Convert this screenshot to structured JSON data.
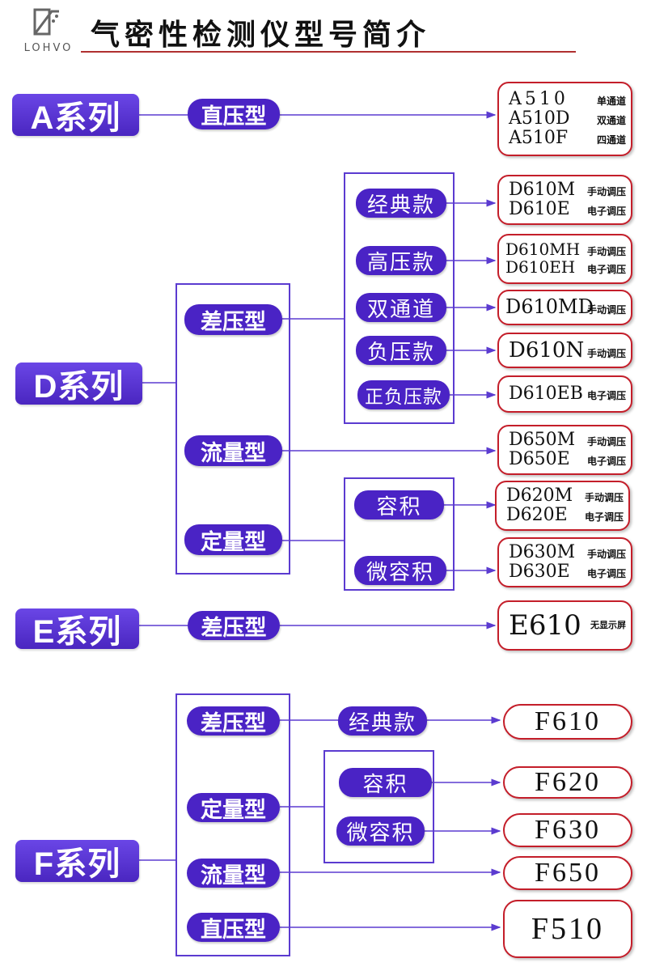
{
  "header": {
    "brand": "LOHVO",
    "title": "气密性检测仪型号简介"
  },
  "colors": {
    "series_fill": "#5a36d8",
    "type_fill": "#4a23c5",
    "box_border": "#5b3bd0",
    "model_border": "#c41e2a",
    "title_rule": "#b03030"
  },
  "series_a": {
    "label": "A系列",
    "type": "直压型",
    "models": [
      {
        "code": "A510",
        "note": "单通道"
      },
      {
        "code": "A510D",
        "note": "双通道"
      },
      {
        "code": "A510F",
        "note": "四通道"
      }
    ]
  },
  "series_d": {
    "label": "D系列",
    "types": {
      "diff": "差压型",
      "flow": "流量型",
      "fixed": "定量型"
    },
    "diff_subs": [
      "经典款",
      "高压款",
      "双通道",
      "负压款",
      "正负压款"
    ],
    "fixed_subs": [
      "容积",
      "微容积"
    ],
    "models": {
      "classic": [
        {
          "code": "D610M",
          "note": "手动调压"
        },
        {
          "code": "D610E",
          "note": "电子调压"
        }
      ],
      "high": [
        {
          "code": "D610MH",
          "note": "手动调压"
        },
        {
          "code": "D610EH",
          "note": "电子调压"
        }
      ],
      "dual": {
        "code": "D610MD",
        "note": "手动调压"
      },
      "negative": {
        "code": "D610N",
        "note": "手动调压"
      },
      "posneg": {
        "code": "D610EB",
        "note": "电子调压"
      },
      "flow": [
        {
          "code": "D650M",
          "note": "手动调压"
        },
        {
          "code": "D650E",
          "note": "电子调压"
        }
      ],
      "volume": [
        {
          "code": "D620M",
          "note": "手动调压"
        },
        {
          "code": "D620E",
          "note": "电子调压"
        }
      ],
      "micro": [
        {
          "code": "D630M",
          "note": "手动调压"
        },
        {
          "code": "D630E",
          "note": "电子调压"
        }
      ]
    }
  },
  "series_e": {
    "label": "E系列",
    "type": "差压型",
    "model": {
      "code": "E610",
      "note": "无显示屏"
    }
  },
  "series_f": {
    "label": "F系列",
    "types": {
      "diff": "差压型",
      "fixed": "定量型",
      "flow": "流量型",
      "direct": "直压型"
    },
    "diff_sub": "经典款",
    "fixed_subs": [
      "容积",
      "微容积"
    ],
    "models": {
      "classic": "F610",
      "volume": "F620",
      "micro": "F630",
      "flow": "F650",
      "direct": "F510"
    }
  }
}
